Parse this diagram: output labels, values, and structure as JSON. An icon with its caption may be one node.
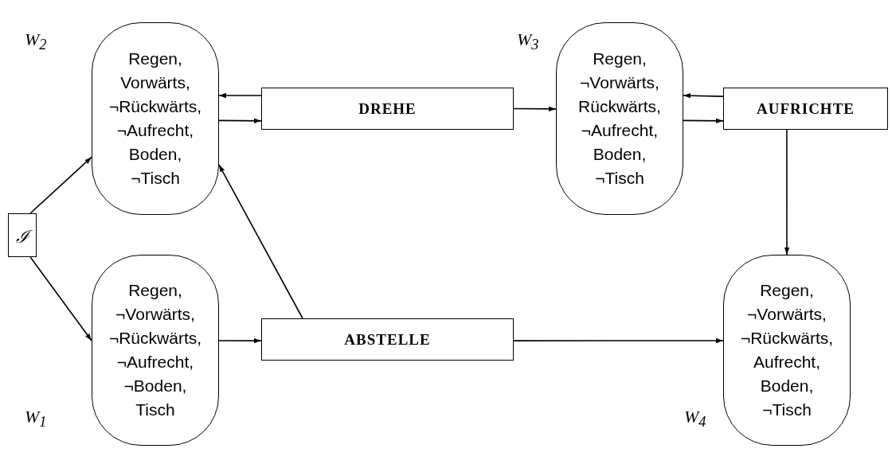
{
  "diagram": {
    "nodes": [
      {
        "text": [
          "Regen, Vorwärts, ¬Rückwärts, ¬Aufrecht, Boden, ¬Tisch"
        ],
        "beside": [
          "W$_{2}$"
        ]
      },
      {
        "text": [
          "DREHE"
        ]
      },
      {
        "text": [
          "Regen, ¬Vorwärts, Rückwärts, ¬Aufrecht, Boden, ¬Tisch"
        ],
        "beside": [
          "W$_{3}$"
        ]
      },
      {
        "text": [
          "AUFRICHTE"
        ]
      },
      {
        "text": [
          "ℐ"
        ]
      },
      {
        "text": [
          "Regen, ¬Vorwärts, ¬Rückwärts, ¬Aufrecht, ¬Boden, Tisch"
        ],
        "beside": [
          "W$_{1}$"
        ]
      },
      {
        "text": [
          "ABSTELLE"
        ]
      },
      {
        "text": [
          "Regen, ¬Vorwärts, ¬Rückwärts, Aufrecht, Boden, ¬Tisch"
        ],
        "beside": [
          "W$_{4}$"
        ]
      }
    ],
    "edges": [
      {
        "from": 4,
        "to": 0,
        "arrow": "to"
      },
      {
        "from": 4,
        "to": 5,
        "arrow": "to"
      },
      {
        "from": 1,
        "to": 0,
        "arrow": "to"
      },
      {
        "from": 0,
        "to": 1,
        "arrow": "to"
      },
      {
        "from": 1,
        "to": 2,
        "arrow": "to"
      },
      {
        "from": 3,
        "to": 2,
        "arrow": "to"
      },
      {
        "from": 2,
        "to": 3,
        "arrow": "to"
      },
      {
        "from": 3,
        "to": 7,
        "arrow": "to"
      },
      {
        "from": 5,
        "to": 6,
        "arrow": "to"
      },
      {
        "from": 6,
        "to": 0,
        "arrow": "to"
      },
      {
        "from": 6,
        "to": 7,
        "arrow": "to"
      }
    ]
  }
}
